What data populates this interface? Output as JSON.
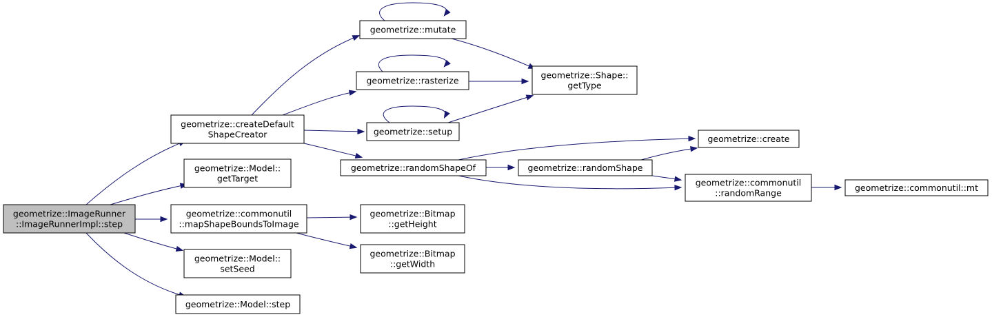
{
  "diagram": {
    "type": "call-graph",
    "colors": {
      "edge": "#191970",
      "root_fill": "#bfbfbf",
      "node_fill": "#ffffff",
      "node_border": "#000000"
    },
    "nodes": [
      {
        "id": "root",
        "lines": [
          "geometrize::ImageRunner",
          "::ImageRunnerImpl::step"
        ],
        "root": true
      },
      {
        "id": "createDefault",
        "lines": [
          "geometrize::createDefault",
          "ShapeCreator"
        ]
      },
      {
        "id": "getTarget",
        "lines": [
          "geometrize::Model::",
          "getTarget"
        ]
      },
      {
        "id": "mapShape",
        "lines": [
          "geometrize::commonutil",
          "::mapShapeBoundsToImage"
        ]
      },
      {
        "id": "setSeed",
        "lines": [
          "geometrize::Model::",
          "setSeed"
        ]
      },
      {
        "id": "modelStep",
        "lines": [
          "geometrize::Model::step"
        ]
      },
      {
        "id": "mutate",
        "lines": [
          "geometrize::mutate"
        ]
      },
      {
        "id": "rasterize",
        "lines": [
          "geometrize::rasterize"
        ]
      },
      {
        "id": "setup",
        "lines": [
          "geometrize::setup"
        ]
      },
      {
        "id": "randomShapeOf",
        "lines": [
          "geometrize::randomShapeOf"
        ]
      },
      {
        "id": "getHeight",
        "lines": [
          "geometrize::Bitmap",
          "::getHeight"
        ]
      },
      {
        "id": "getWidth",
        "lines": [
          "geometrize::Bitmap",
          "::getWidth"
        ]
      },
      {
        "id": "getType",
        "lines": [
          "geometrize::Shape::",
          "getType"
        ]
      },
      {
        "id": "randomShape",
        "lines": [
          "geometrize::randomShape"
        ]
      },
      {
        "id": "create",
        "lines": [
          "geometrize::create"
        ]
      },
      {
        "id": "randomRange",
        "lines": [
          "geometrize::commonutil",
          "::randomRange"
        ]
      },
      {
        "id": "mt",
        "lines": [
          "geometrize::commonutil::mt"
        ]
      }
    ],
    "edges": [
      {
        "from": "root",
        "to": "createDefault"
      },
      {
        "from": "root",
        "to": "getTarget"
      },
      {
        "from": "root",
        "to": "mapShape"
      },
      {
        "from": "root",
        "to": "setSeed"
      },
      {
        "from": "root",
        "to": "modelStep"
      },
      {
        "from": "createDefault",
        "to": "mutate"
      },
      {
        "from": "createDefault",
        "to": "rasterize"
      },
      {
        "from": "createDefault",
        "to": "setup"
      },
      {
        "from": "createDefault",
        "to": "randomShapeOf"
      },
      {
        "from": "mutate",
        "to": "mutate"
      },
      {
        "from": "mutate",
        "to": "getType"
      },
      {
        "from": "rasterize",
        "to": "rasterize"
      },
      {
        "from": "rasterize",
        "to": "getType"
      },
      {
        "from": "setup",
        "to": "setup"
      },
      {
        "from": "setup",
        "to": "getType"
      },
      {
        "from": "randomShapeOf",
        "to": "create"
      },
      {
        "from": "randomShapeOf",
        "to": "randomShape"
      },
      {
        "from": "randomShapeOf",
        "to": "randomRange"
      },
      {
        "from": "randomShape",
        "to": "create"
      },
      {
        "from": "randomShape",
        "to": "randomRange"
      },
      {
        "from": "randomRange",
        "to": "mt"
      },
      {
        "from": "mapShape",
        "to": "getHeight"
      },
      {
        "from": "mapShape",
        "to": "getWidth"
      }
    ]
  }
}
